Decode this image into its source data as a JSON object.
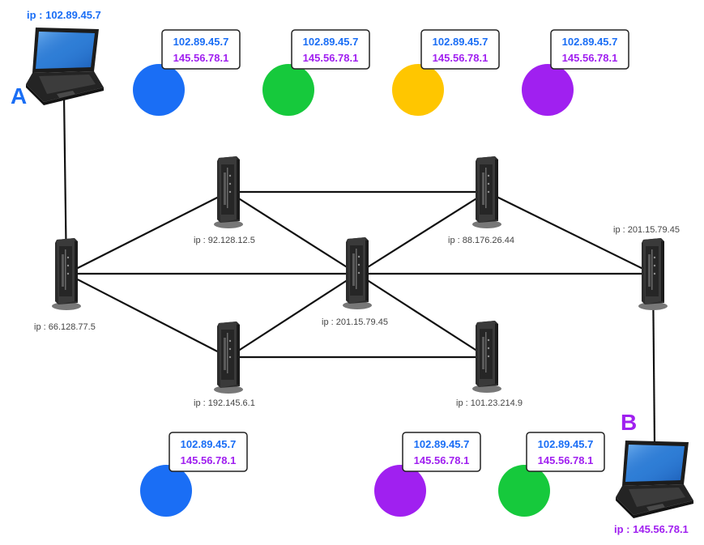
{
  "colors": {
    "blue": "#1a6ef5",
    "purple": "#a020f0",
    "green": "#16c93c",
    "yellow": "#ffc600",
    "link": "#111111",
    "device": "#2f2f2f"
  },
  "hosts": {
    "a": {
      "letter": "A",
      "ip": "ip : 102.89.45.7"
    },
    "b": {
      "letter": "B",
      "ip": "ip : 145.56.78.1"
    }
  },
  "routers": [
    {
      "id": "r1",
      "ip": "ip : 66.128.77.5"
    },
    {
      "id": "r2",
      "ip": "ip : 92.128.12.5"
    },
    {
      "id": "r3",
      "ip": "ip : 192.145.6.1"
    },
    {
      "id": "r4",
      "ip": "ip : 201.15.79.45"
    },
    {
      "id": "r5",
      "ip": "ip : 88.176.26.44"
    },
    {
      "id": "r6",
      "ip": "ip : 101.23.214.9"
    },
    {
      "id": "r7",
      "ip": "ip : 201.15.79.45"
    }
  ],
  "links": [
    [
      "hostA",
      "r1"
    ],
    [
      "r1",
      "r2"
    ],
    [
      "r1",
      "r4"
    ],
    [
      "r1",
      "r3"
    ],
    [
      "r2",
      "r5"
    ],
    [
      "r2",
      "r4"
    ],
    [
      "r3",
      "r4"
    ],
    [
      "r3",
      "r6"
    ],
    [
      "r4",
      "r5"
    ],
    [
      "r4",
      "r7"
    ],
    [
      "r4",
      "r6"
    ],
    [
      "r5",
      "r7"
    ],
    [
      "r7",
      "hostB"
    ]
  ],
  "packets": [
    {
      "color": "blue",
      "src": "102.89.45.7",
      "dst": "145.56.78.1"
    },
    {
      "color": "green",
      "src": "102.89.45.7",
      "dst": "145.56.78.1"
    },
    {
      "color": "yellow",
      "src": "102.89.45.7",
      "dst": "145.56.78.1"
    },
    {
      "color": "purple",
      "src": "102.89.45.7",
      "dst": "145.56.78.1"
    },
    {
      "color": "blue",
      "src": "102.89.45.7",
      "dst": "145.56.78.1"
    },
    {
      "color": "purple",
      "src": "102.89.45.7",
      "dst": "145.56.78.1"
    },
    {
      "color": "green",
      "src": "102.89.45.7",
      "dst": "145.56.78.1"
    }
  ]
}
